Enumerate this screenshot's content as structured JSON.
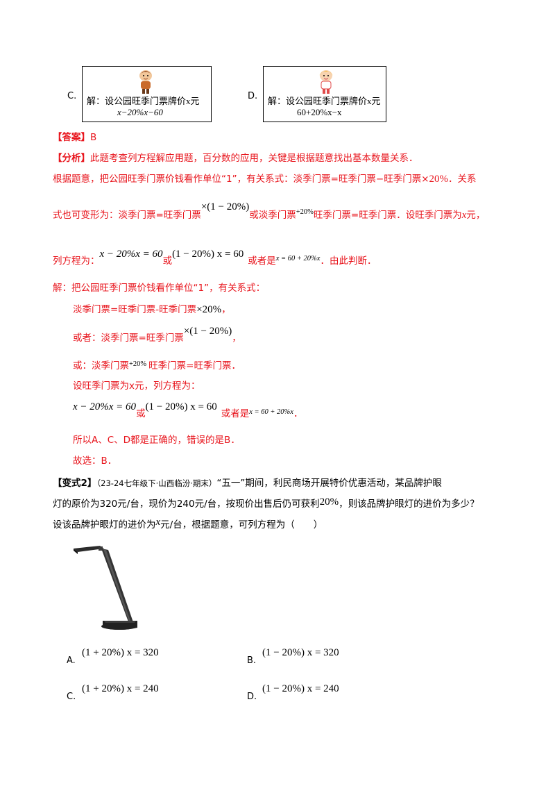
{
  "options_top": {
    "C": {
      "label": "C.",
      "line1": "解：设公园旺季门票牌价x元",
      "line2": "x−20%x−60"
    },
    "D": {
      "label": "D.",
      "line1": "解：设公园旺季门票牌价x元",
      "line2": "60+20%x−x"
    }
  },
  "answer": {
    "tag": "【答案】",
    "value": "B"
  },
  "analysis": {
    "tag": "【分析】",
    "line1": "此题考查列方程解应用题，百分数的应用，关键是根据题意找出基本数量关系．",
    "line2a": "根据题意，把公园旺季门票价钱看作单位“1”，有关系式：淡季门票=旺季门票−旺季门票×",
    "line2b": "．关系",
    "line3a": "式也可变形为：淡季门票=旺季门票",
    "line3b": "或淡季门票",
    "line3c": "旺季门票=旺季门票．设旺季门票为",
    "line3d": "元，",
    "line4a": "列方程为：",
    "line4b": "或",
    "line4c": "或者是",
    "line4d": "．由此判断．"
  },
  "solution": {
    "line1": "解：把公园旺季门票价钱看作单位“1”，有关系式：",
    "line2a": "淡季门票=旺季门票-旺季门票",
    "line2b": "，",
    "line3a": "或者：淡季门票=旺季门票",
    "line3b": "，",
    "line4a": "或：淡季门票",
    "line4b": "旺季门票=旺季门票．",
    "line5": "设旺季门票为x元，列方程为：",
    "line6a": "或",
    "line6b": "或者是",
    "line6c": "．",
    "line7": "所以A、C、D都是正确的，错误的是B．",
    "line8": "故选：B．"
  },
  "math": {
    "pct20": "20%",
    "x": "x",
    "eq1": "x − 20%x = 60",
    "eq2": "(1 − 20%) x = 60",
    "eq3": "x = 60 + 20%x",
    "times_pct": "×20%",
    "times_paren": "×(1 − 20%)",
    "plus_pct": "+20%"
  },
  "variant": {
    "tag": "【变式2】",
    "source": "（23-24七年级下·山西临汾·期末）",
    "line1": "“五一”期间，利民商场开展特价优惠活动，某品牌护眼",
    "line2a": "灯的原价为320元/台，现价为240元/台，按现价出售后仍可获利",
    "line2b": "，则该品牌护眼灯的进价为多少？",
    "line3a": "设该品牌护眼灯的进价为",
    "line3b": "元/台，根据题意，可列方程为（　　）"
  },
  "choices": [
    {
      "label": "A.",
      "expr": "(1 + 20%) x = 320"
    },
    {
      "label": "B.",
      "expr": "(1 − 20%) x = 320"
    },
    {
      "label": "C.",
      "expr": "(1 + 20%) x = 240"
    },
    {
      "label": "D.",
      "expr": "(1 − 20%) x = 240"
    }
  ]
}
